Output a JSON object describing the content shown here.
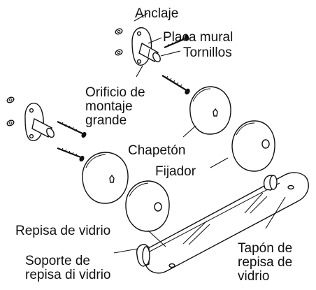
{
  "labels": {
    "anclaje": "Anclaje",
    "placa_mural": "Placa mural",
    "tornillos": "Tornillos",
    "orificio_line1": "Orificio de",
    "orificio_line2": "montaje",
    "orificio_line3": "grande",
    "chapeton": "Chapetón",
    "fijador": "Fijador",
    "repisa_vidrio": "Repisa de vidrio",
    "soporte_line1": "Soporte de",
    "soporte_line2": "repisa di vidrio",
    "tapon_line1": "Tapón de",
    "tapon_line2": "repisa de",
    "tapon_line3": "vidrio"
  }
}
